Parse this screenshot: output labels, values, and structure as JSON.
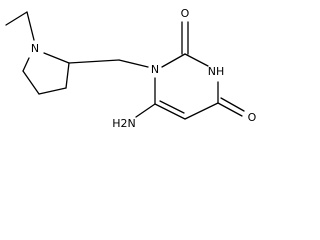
{
  "molecule": {
    "atoms": {
      "n_pyrrolidine": "N",
      "n1": "N",
      "o2": "O",
      "nh3": "NH",
      "o4": "O",
      "h2n6": "H2N"
    }
  },
  "colors": {
    "bond": "#000000",
    "label": "#000000",
    "background": "#ffffff"
  }
}
